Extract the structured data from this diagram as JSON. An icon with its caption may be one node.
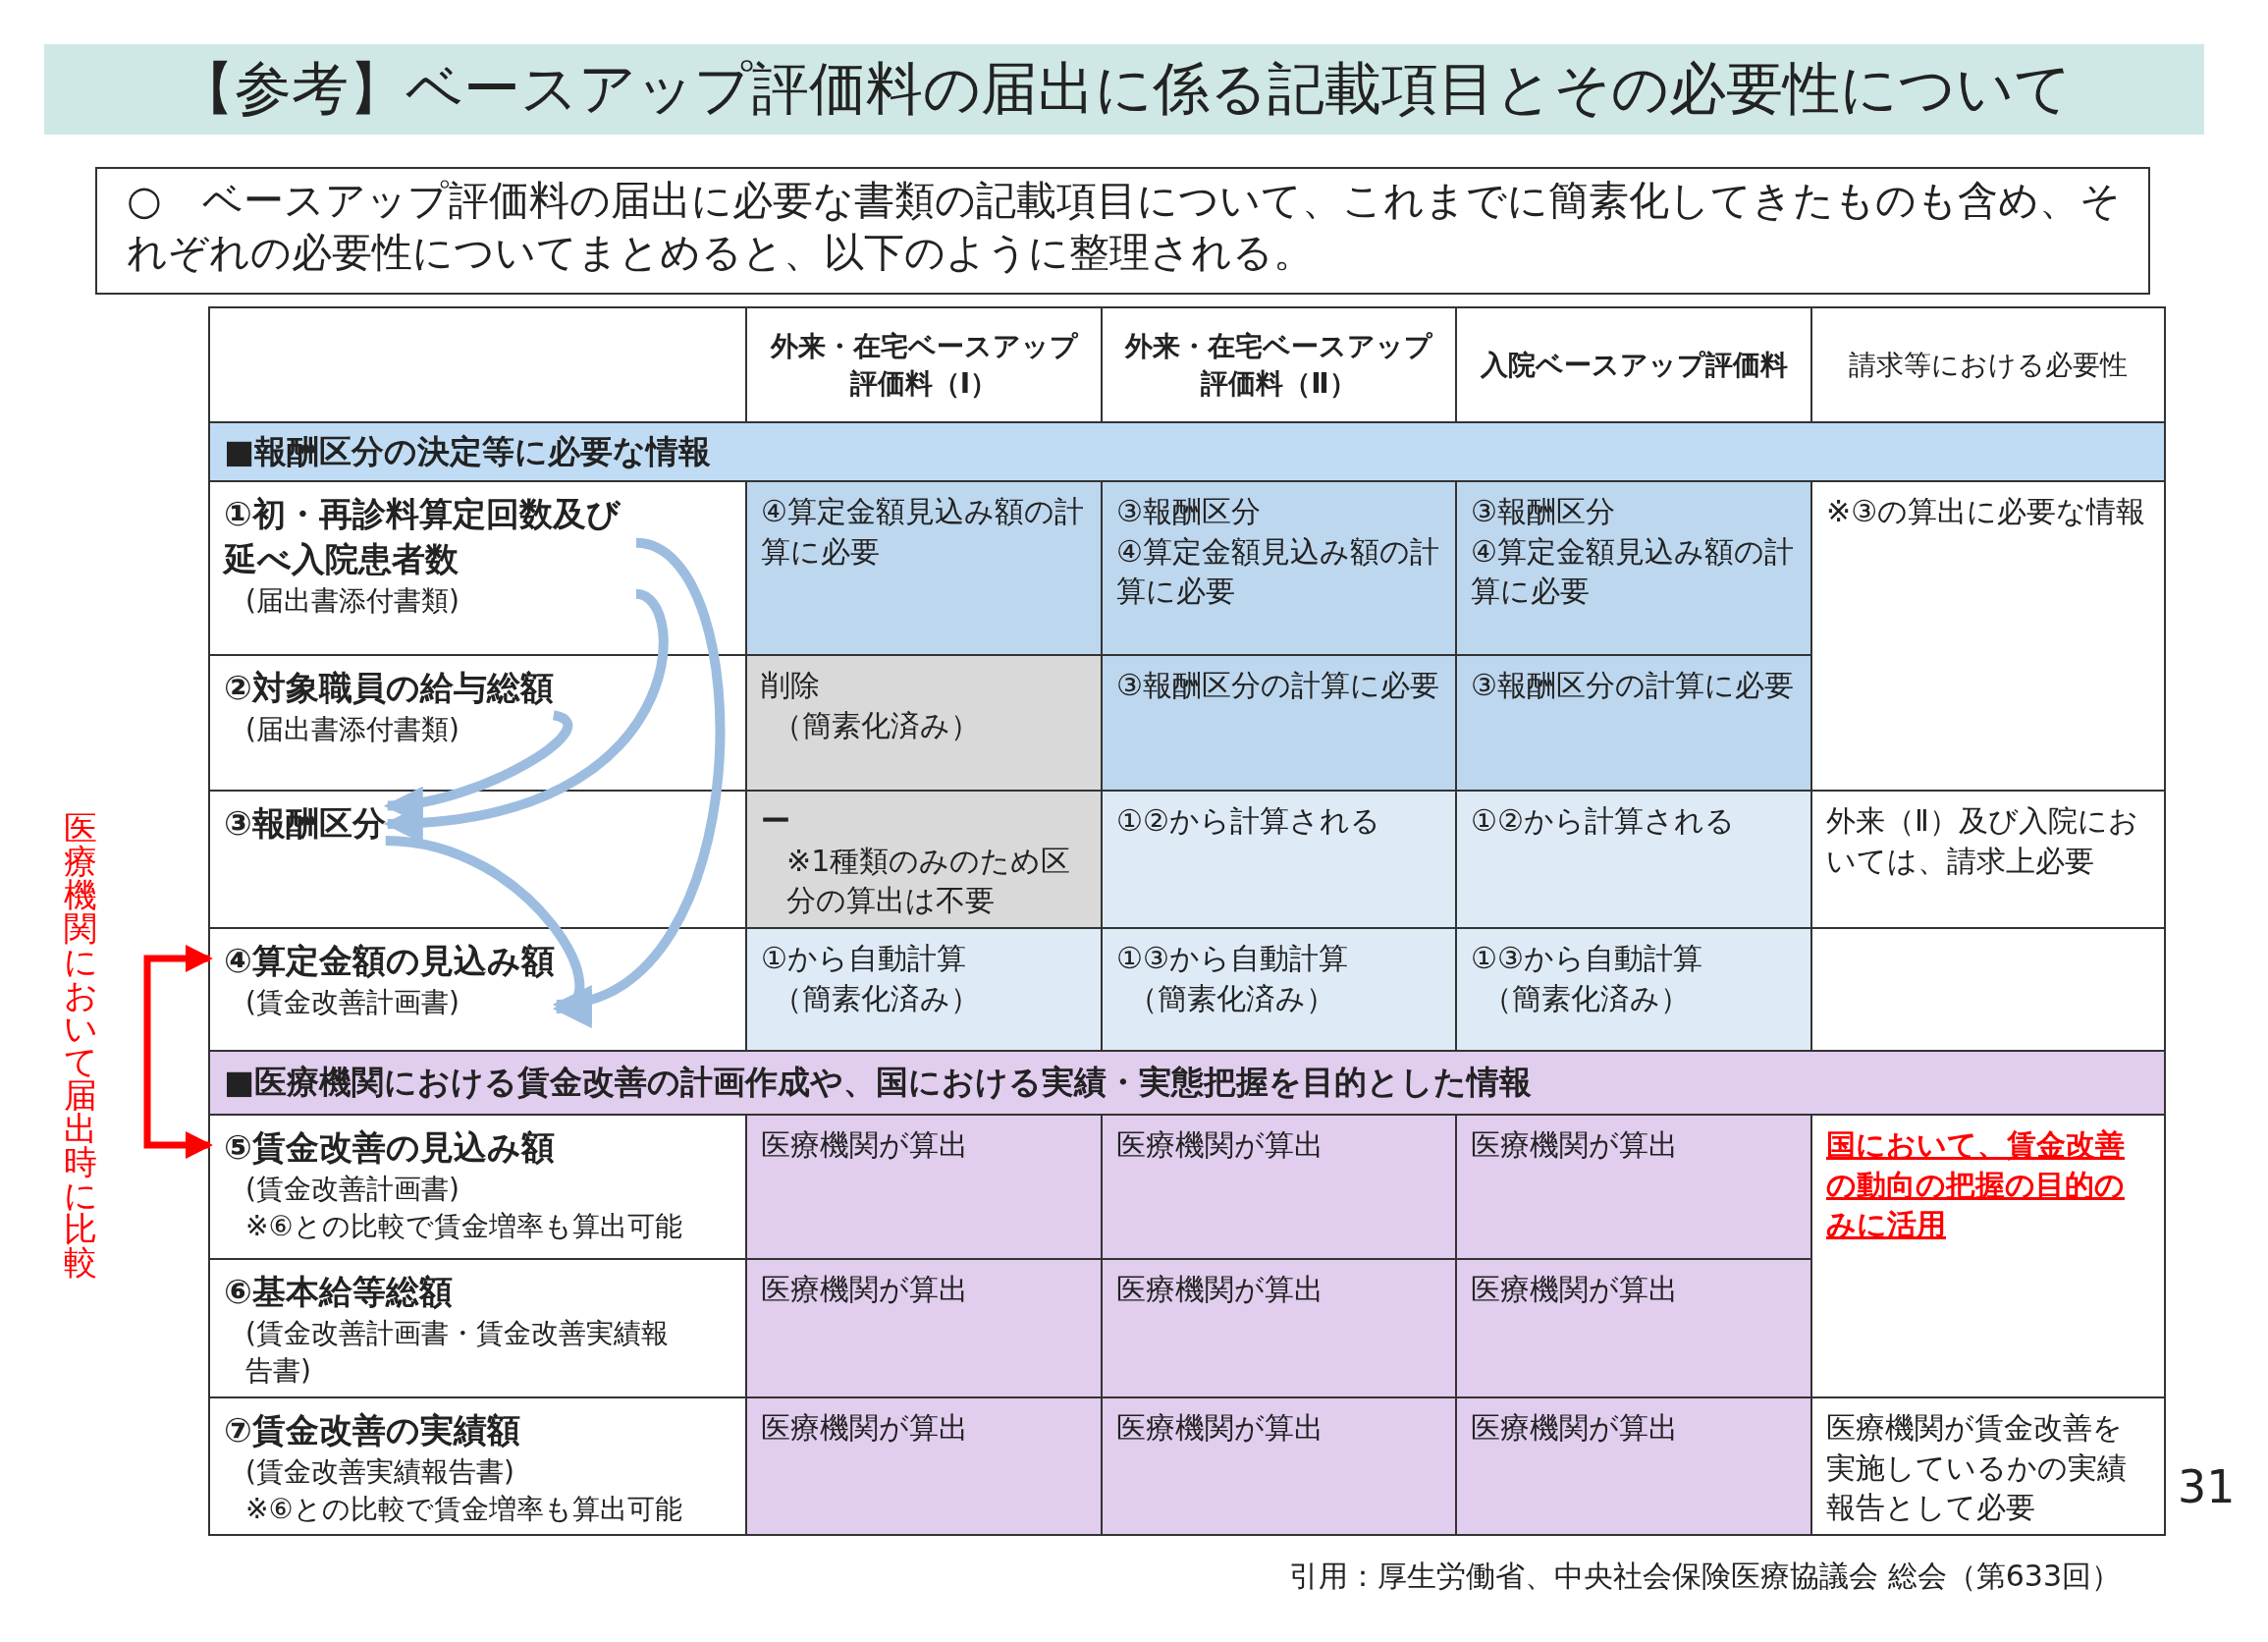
{
  "diagram": {
    "title": "【参考】ベースアップ評価料の届出に係る記載項目とその必要性について",
    "nodes": [
      {
        "text": [
          "①初・再診料算定回数及び延べ入院患者数",
          "(届出書添付書類)"
        ]
      },
      {
        "text": [
          "②対象職員の給与総額",
          "(届出書添付書類)"
        ]
      },
      {
        "text": [
          "③報酬区分"
        ]
      },
      {
        "text": [
          "④算定金額の見込み額",
          "(賃金改善計画書)"
        ]
      },
      {
        "text": [
          "⑤賃金改善の見込み額",
          "(賃金改善計画書)",
          "※⑥との比較で賃金増率も算出可能"
        ]
      },
      {
        "text": [
          "⑥基本給等総額",
          "(賃金改善計画書・賃金改善実績報告書)"
        ]
      },
      {
        "text": [
          "⑦賃金改善の実績額",
          "(賃金改善実績報告書)",
          "※⑥との比較で賃金増率も算出可能"
        ]
      }
    ],
    "edges": [
      {
        "from": 0,
        "to": 2,
        "arrow": "to"
      },
      {
        "from": 1,
        "to": 2,
        "arrow": "to"
      },
      {
        "from": 0,
        "to": 3,
        "arrow": "to"
      },
      {
        "from": 2,
        "to": 3,
        "arrow": "to"
      },
      {
        "from": 3,
        "to": 4,
        "arrow": "both",
        "label": "医療機関において届出時に比較",
        "color": "#ff0000"
      }
    ],
    "labels": [
      "○　ベースアップ評価料の届出に必要な書類の記載項目について、これまでに簡素化してきたものも含め、それぞれの必要性についてまとめると、以下のように整理される。",
      "外来・在宅ベースアップ評価料（Ⅰ）",
      "外来・在宅ベースアップ評価料（Ⅱ）",
      "入院ベースアップ評価料",
      "請求等における必要性",
      "■報酬区分の決定等に必要な情報",
      "④算定金額見込み額の計算に必要",
      "③報酬区分",
      "④算定金額見込み額の計算に必要",
      "③報酬区分",
      "④算定金額見込み額の計算に必要",
      "※③の算出に必要な情報",
      "削除",
      "（簡素化済み）",
      "③報酬区分の計算に必要",
      "③報酬区分の計算に必要",
      "ー",
      "※1種類のみのため区分の算出は不要",
      "①②から計算される",
      "①②から計算される",
      "外来（Ⅱ）及び入院においては、請求上必要",
      "①から自動計算",
      "（簡素化済み）",
      "①③から自動計算",
      "（簡素化済み）",
      "①③から自動計算",
      "（簡素化済み）",
      "■医療機関における賃金改善の計画作成や、国における実績・実態把握を目的とした情報",
      "医療機関が算出",
      "医療機関が算出",
      "医療機関が算出",
      "国において、賃金改善の動向の把握の目的のみに活用",
      "医療機関が算出",
      "医療機関が算出",
      "医療機関が算出",
      "医療機関が算出",
      "医療機関が算出",
      "医療機関が算出",
      "医療機関が賃金改善を実施しているかの実績報告として必要",
      "31",
      "引用：厚生労働省、中央社会保険医療協議会 総会（第633回）"
    ]
  }
}
